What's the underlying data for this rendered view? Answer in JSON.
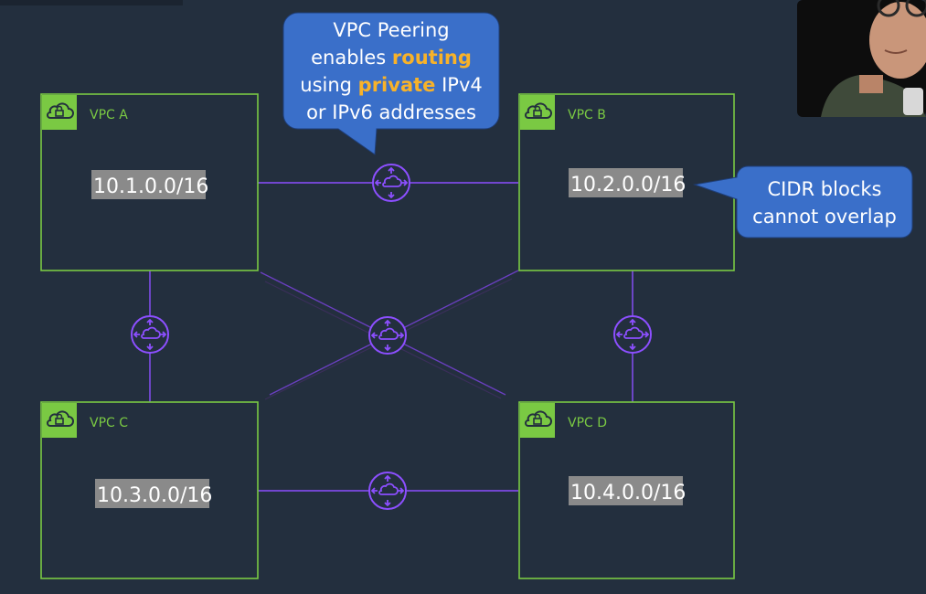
{
  "colors": {
    "background": "#232f3e",
    "vpc_border": "#7ac943",
    "vpc_icon_bg": "#7ac943",
    "peering_line": "#8c4fff",
    "callout_bg": "#3a6fc9",
    "highlight": "#f8b229",
    "cidr_bg": "#8a8a8a"
  },
  "vpcs": [
    {
      "label": "VPC A",
      "cidr": "10.1.0.0/16",
      "icon": "vpc-cloud-lock-icon"
    },
    {
      "label": "VPC B",
      "cidr": "10.2.0.0/16",
      "icon": "vpc-cloud-lock-icon"
    },
    {
      "label": "VPC C",
      "cidr": "10.3.0.0/16",
      "icon": "vpc-cloud-lock-icon"
    },
    {
      "label": "VPC D",
      "cidr": "10.4.0.0/16",
      "icon": "vpc-cloud-lock-icon"
    }
  ],
  "peering_connections": [
    {
      "from": "VPC A",
      "to": "VPC B",
      "icon": "peering-connection-icon"
    },
    {
      "from": "VPC A",
      "to": "VPC C",
      "icon": "peering-connection-icon"
    },
    {
      "from": "VPC B",
      "to": "VPC D",
      "icon": "peering-connection-icon"
    },
    {
      "from": "VPC C",
      "to": "VPC D",
      "icon": "peering-connection-icon"
    },
    {
      "from": "VPC A",
      "to": "VPC D",
      "icon": "peering-connection-icon"
    },
    {
      "from": "VPC B",
      "to": "VPC C",
      "icon": "peering-connection-icon"
    }
  ],
  "callouts": {
    "peering": {
      "line1": "VPC Peering",
      "line2_a": "enables ",
      "line2_b": "routing",
      "line3_a": "using ",
      "line3_b": "private",
      "line3_c": " IPv4",
      "line4": "or IPv6 addresses"
    },
    "cidr": {
      "line1": "CIDR blocks",
      "line2": "cannot overlap"
    }
  },
  "presenter_video": "webcam-feed"
}
